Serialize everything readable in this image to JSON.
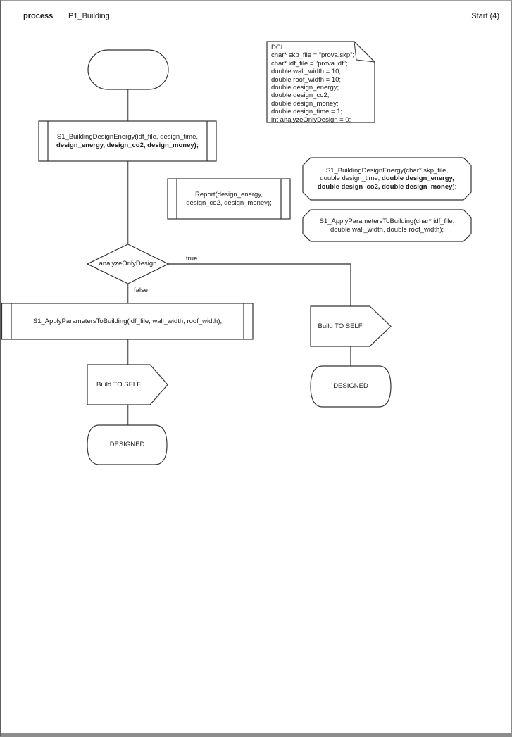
{
  "header": {
    "kind_label": "process",
    "process_name": "P1_Building",
    "page_label": "Start (4)"
  },
  "colors": {
    "shape_stroke": "#333333",
    "connector": "#666666",
    "page_border": "#8c8c8c",
    "text": "#1a1a1a",
    "background": "#ffffff"
  },
  "nodes": {
    "dcl_note": {
      "title": "DCL",
      "lines": [
        "char* skp_file = “prova.skp”;",
        "char* idf_file = “prova.idf”;",
        "double wall_width = 10;",
        "double roof_width = 10;",
        "double design_energy;",
        "double design_co2;",
        "double design_money;",
        "double design_time = 1;",
        "int analyzeOnlyDesign = 0;"
      ]
    },
    "call_building_design_energy": {
      "lines": [
        {
          "segments": [
            {
              "text": "S1_BuildingDesignEnergy(idf_file, design_time,",
              "bold": false
            }
          ]
        },
        {
          "segments": [
            {
              "text": "design_energy, design_co2, design_money);",
              "bold": true
            }
          ]
        }
      ]
    },
    "report_call": {
      "lines": [
        "Report(design_energy,",
        "design_co2, design_money);"
      ]
    },
    "decl_building_design_energy": {
      "lines": [
        {
          "segments": [
            {
              "text": "S1_BuildingDesignEnergy(char* skp_file,",
              "bold": false
            }
          ]
        },
        {
          "segments": [
            {
              "text": "double design_time, ",
              "bold": false
            },
            {
              "text": "double design_energy,",
              "bold": true
            }
          ]
        },
        {
          "segments": [
            {
              "text": "double design_co2, double design_money",
              "bold": true
            },
            {
              "text": ");",
              "bold": false
            }
          ]
        }
      ]
    },
    "decl_apply_parameters": {
      "lines": [
        "S1_ApplyParametersToBuilding(char* idf_file,",
        "double wall_width, double roof_width);"
      ]
    },
    "decision": {
      "label": "analyzeOnlyDesign",
      "true_label": "true",
      "false_label": "false"
    },
    "call_apply_parameters": {
      "label": "S1_ApplyParametersToBuilding(idf_file, wall_width, roof_width);"
    },
    "build_left": {
      "label": "Build TO SELF"
    },
    "designed_left": {
      "label": "DESIGNED"
    },
    "build_right": {
      "label": "Build TO SELF"
    },
    "designed_right": {
      "label": "DESIGNED"
    }
  }
}
